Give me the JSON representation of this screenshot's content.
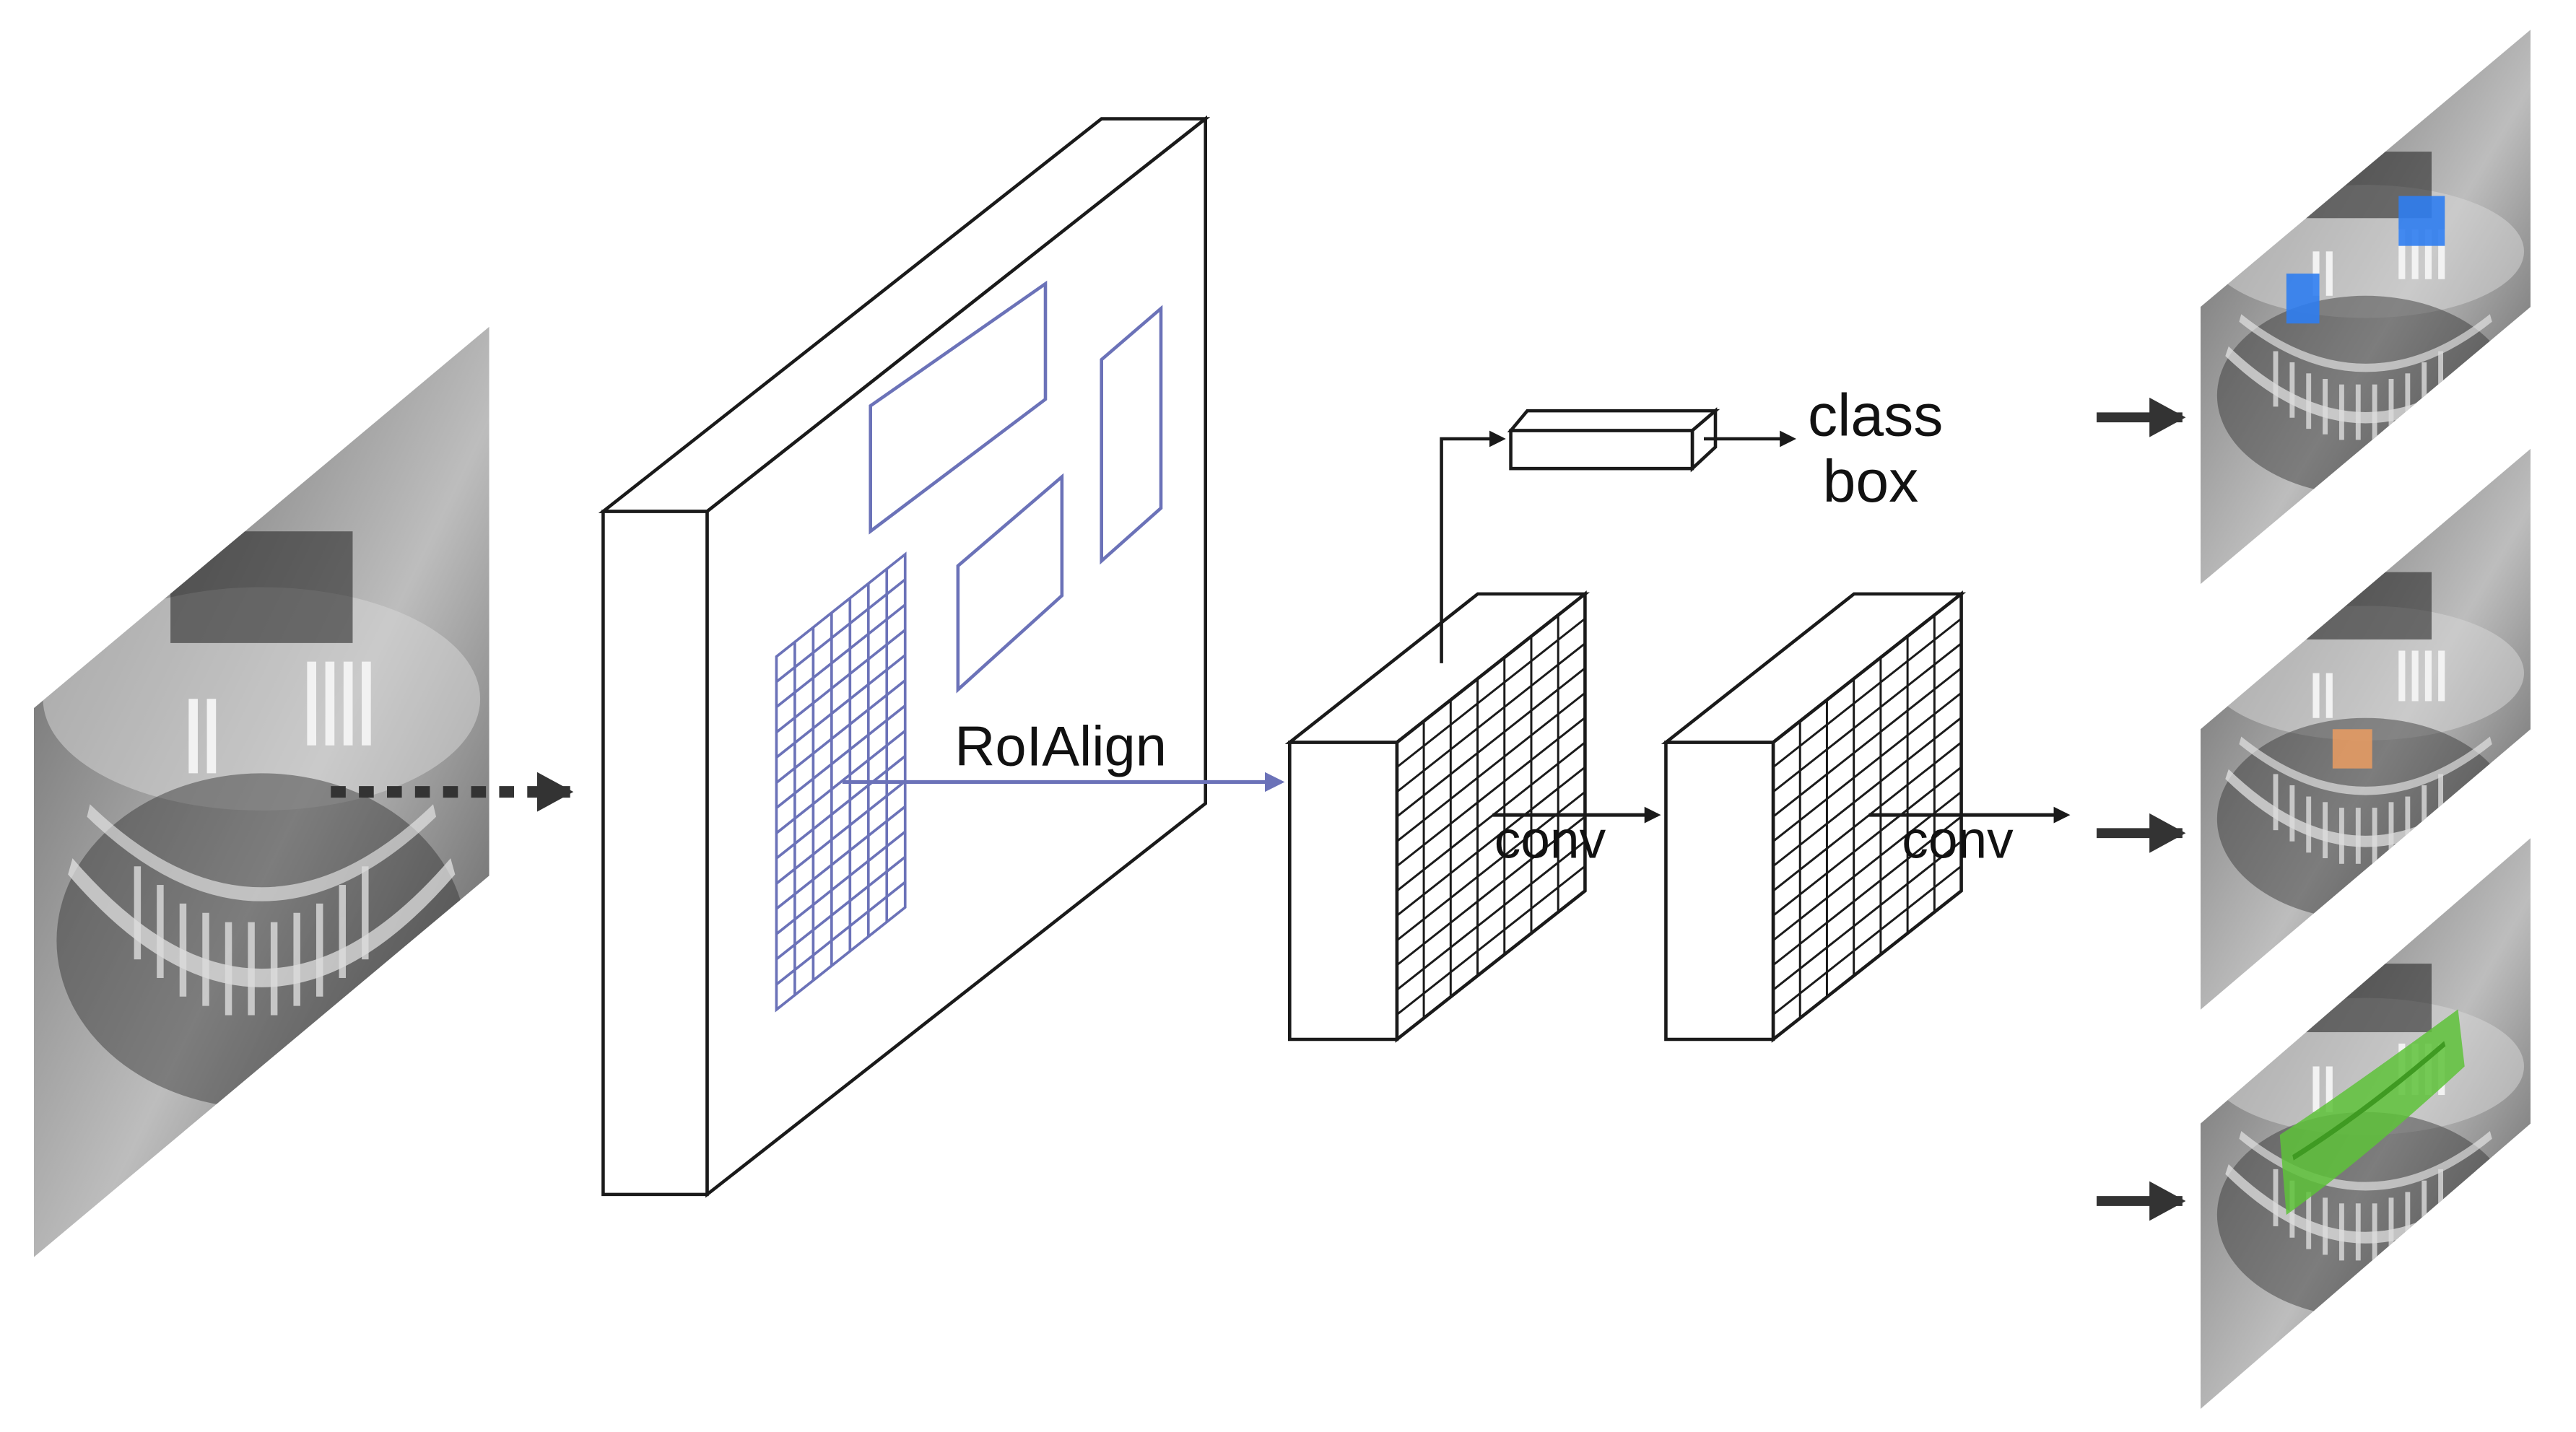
{
  "labels": {
    "roialign": "RoIAlign",
    "class": "class",
    "box": "box",
    "conv_1": "conv",
    "conv_2": "conv"
  },
  "colors": {
    "line": "#1a1a1a",
    "roi": "#6b72b8",
    "arrow": "#333333",
    "xray_dark": "#3a3a3a",
    "xray_light": "#c9c9c9",
    "mask_blue": "#2f7df0",
    "mask_orange": "#e39a63",
    "mask_green": "#5ec23a"
  },
  "icons": {
    "input": "panoramic-xray-image",
    "outputs": [
      "xray-with-box-detections",
      "xray-with-class-highlight",
      "xray-with-segmentation-mask"
    ]
  }
}
